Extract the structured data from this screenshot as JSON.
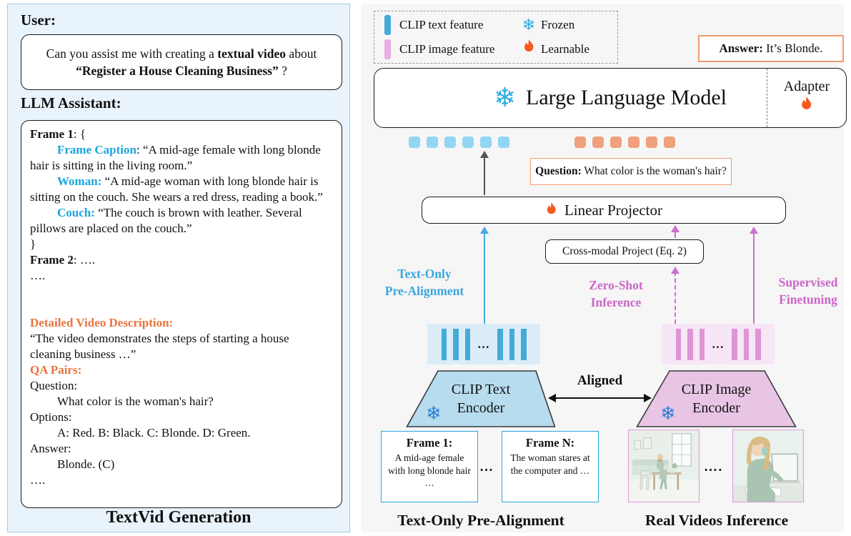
{
  "icons": {
    "snowflake_glyph": "❄",
    "flame_icon": "flame-icon",
    "snowflake_icon": "snowflake-icon"
  },
  "colors": {
    "accent_cyan_text": "#18a6de",
    "accent_orange_text": "#e9743c",
    "arrow_blue": "#45a9dd",
    "arrow_magenta": "#cf6ed0",
    "token_blue": "#92d6f3",
    "token_orange": "#efa07c",
    "bar_blue": "#45aad8",
    "bar_pink": "#dc96d6",
    "box_border_orange": "#ef9b6e",
    "frame_border_blue": "#2aa9e0",
    "left_panel_bg": "#e9f3fb",
    "right_panel_bg": "#f6f6f6",
    "snowflake_blue": "#29abe2",
    "flame_orange": "#f4591e"
  },
  "left_panel": {
    "user_heading": "User:",
    "user_message_segments": [
      {
        "t": "Can you assist me with creating a "
      },
      {
        "t": "textual video",
        "s": "b"
      },
      {
        "t": " about "
      },
      {
        "t": "“Register a House Cleaning Business”",
        "s": "b"
      },
      {
        "t": " ?"
      }
    ],
    "assistant_heading": "LLM Assistant:",
    "content_paragraphs": [
      {
        "segments": [
          {
            "t": "Frame 1",
            "s": "b"
          },
          {
            "t": ": {"
          }
        ]
      },
      {
        "indent": true,
        "segments": [
          {
            "t": "Frame Caption",
            "s": "cyan"
          },
          {
            "t": ": “A mid-age female with long blonde hair is sitting in the living room.”"
          }
        ]
      },
      {
        "indent": true,
        "segments": [
          {
            "t": "Woman:",
            "s": "cyan"
          },
          {
            "t": " “A mid-age woman with long blonde hair is sitting on the couch. She wears a red dress, reading a book.”"
          }
        ]
      },
      {
        "indent": true,
        "segments": [
          {
            "t": "Couch:",
            "s": "cyan"
          },
          {
            "t": " “The couch is brown with leather. Several pillows are placed on the couch.”"
          }
        ]
      },
      {
        "segments": [
          {
            "t": "}"
          }
        ]
      },
      {
        "segments": [
          {
            "t": "Frame 2",
            "s": "b"
          },
          {
            "t": ": …."
          }
        ]
      },
      {
        "segments": [
          {
            "t": "…."
          }
        ]
      },
      {
        "blank": true
      },
      {
        "blank": true
      },
      {
        "segments": [
          {
            "t": "Detailed Video Description:",
            "s": "orange"
          }
        ]
      },
      {
        "segments": [
          {
            "t": "“The video demonstrates the steps of starting a house cleaning business …”"
          }
        ]
      },
      {
        "segments": [
          {
            "t": "QA Pairs:",
            "s": "orange"
          }
        ]
      },
      {
        "segments": [
          {
            "t": "Question:"
          }
        ]
      },
      {
        "indent": true,
        "segments": [
          {
            "t": "What color is the woman's hair?"
          }
        ]
      },
      {
        "segments": [
          {
            "t": "Options:"
          }
        ]
      },
      {
        "indent": true,
        "segments": [
          {
            "t": "A: Red.  B: Black. C: Blonde. D: Green."
          }
        ]
      },
      {
        "segments": [
          {
            "t": "Answer:"
          }
        ]
      },
      {
        "indent": true,
        "segments": [
          {
            "t": "Blonde. (C)"
          }
        ]
      },
      {
        "segments": [
          {
            "t": "…."
          }
        ]
      }
    ],
    "caption": "TextVid Generation"
  },
  "right_panel": {
    "legend": {
      "rows": [
        {
          "feature": "CLIP text feature",
          "state": "Frozen"
        },
        {
          "feature": "CLIP image feature",
          "state": "Learnable"
        }
      ]
    },
    "answer_box": {
      "label": "Answer:",
      "text": " It’s Blonde."
    },
    "llm_box": {
      "title": "Large Language Model",
      "adapter_label": "Adapter"
    },
    "question_box": {
      "label": "Question:",
      "text": " What color is the woman's hair?"
    },
    "projector_box": {
      "title": "Linear Projector"
    },
    "crossmodal_box": {
      "title": "Cross-modal Project (Eq. 2)"
    },
    "flow_labels": {
      "text_only_line1": "Text-Only",
      "text_only_line2": "Pre-Alignment",
      "zero_shot_line1": "Zero-Shot",
      "zero_shot_line2": "Inference",
      "supervised_line1": "Supervised",
      "supervised_line2": "Finetuning"
    },
    "tokens": {
      "text_count": 6,
      "question_count": 6
    },
    "feature_bars": {
      "group_size": 3,
      "dots": "…"
    },
    "aligned_label": "Aligned",
    "text_encoder": {
      "line1": "CLIP Text",
      "line2": "Encoder"
    },
    "image_encoder": {
      "line1": "CLIP Image",
      "line2": "Encoder"
    },
    "frame1_box": {
      "title": "Frame 1:",
      "body": "A mid-age female with long blonde hair …"
    },
    "frameN_box": {
      "title": "Frame N:",
      "body": "The woman stares at the computer and …"
    },
    "dots_between_frames": "…",
    "dots_between_images": "….",
    "captions": {
      "left": "Text-Only Pre-Alignment",
      "right": "Real Videos Inference"
    }
  }
}
